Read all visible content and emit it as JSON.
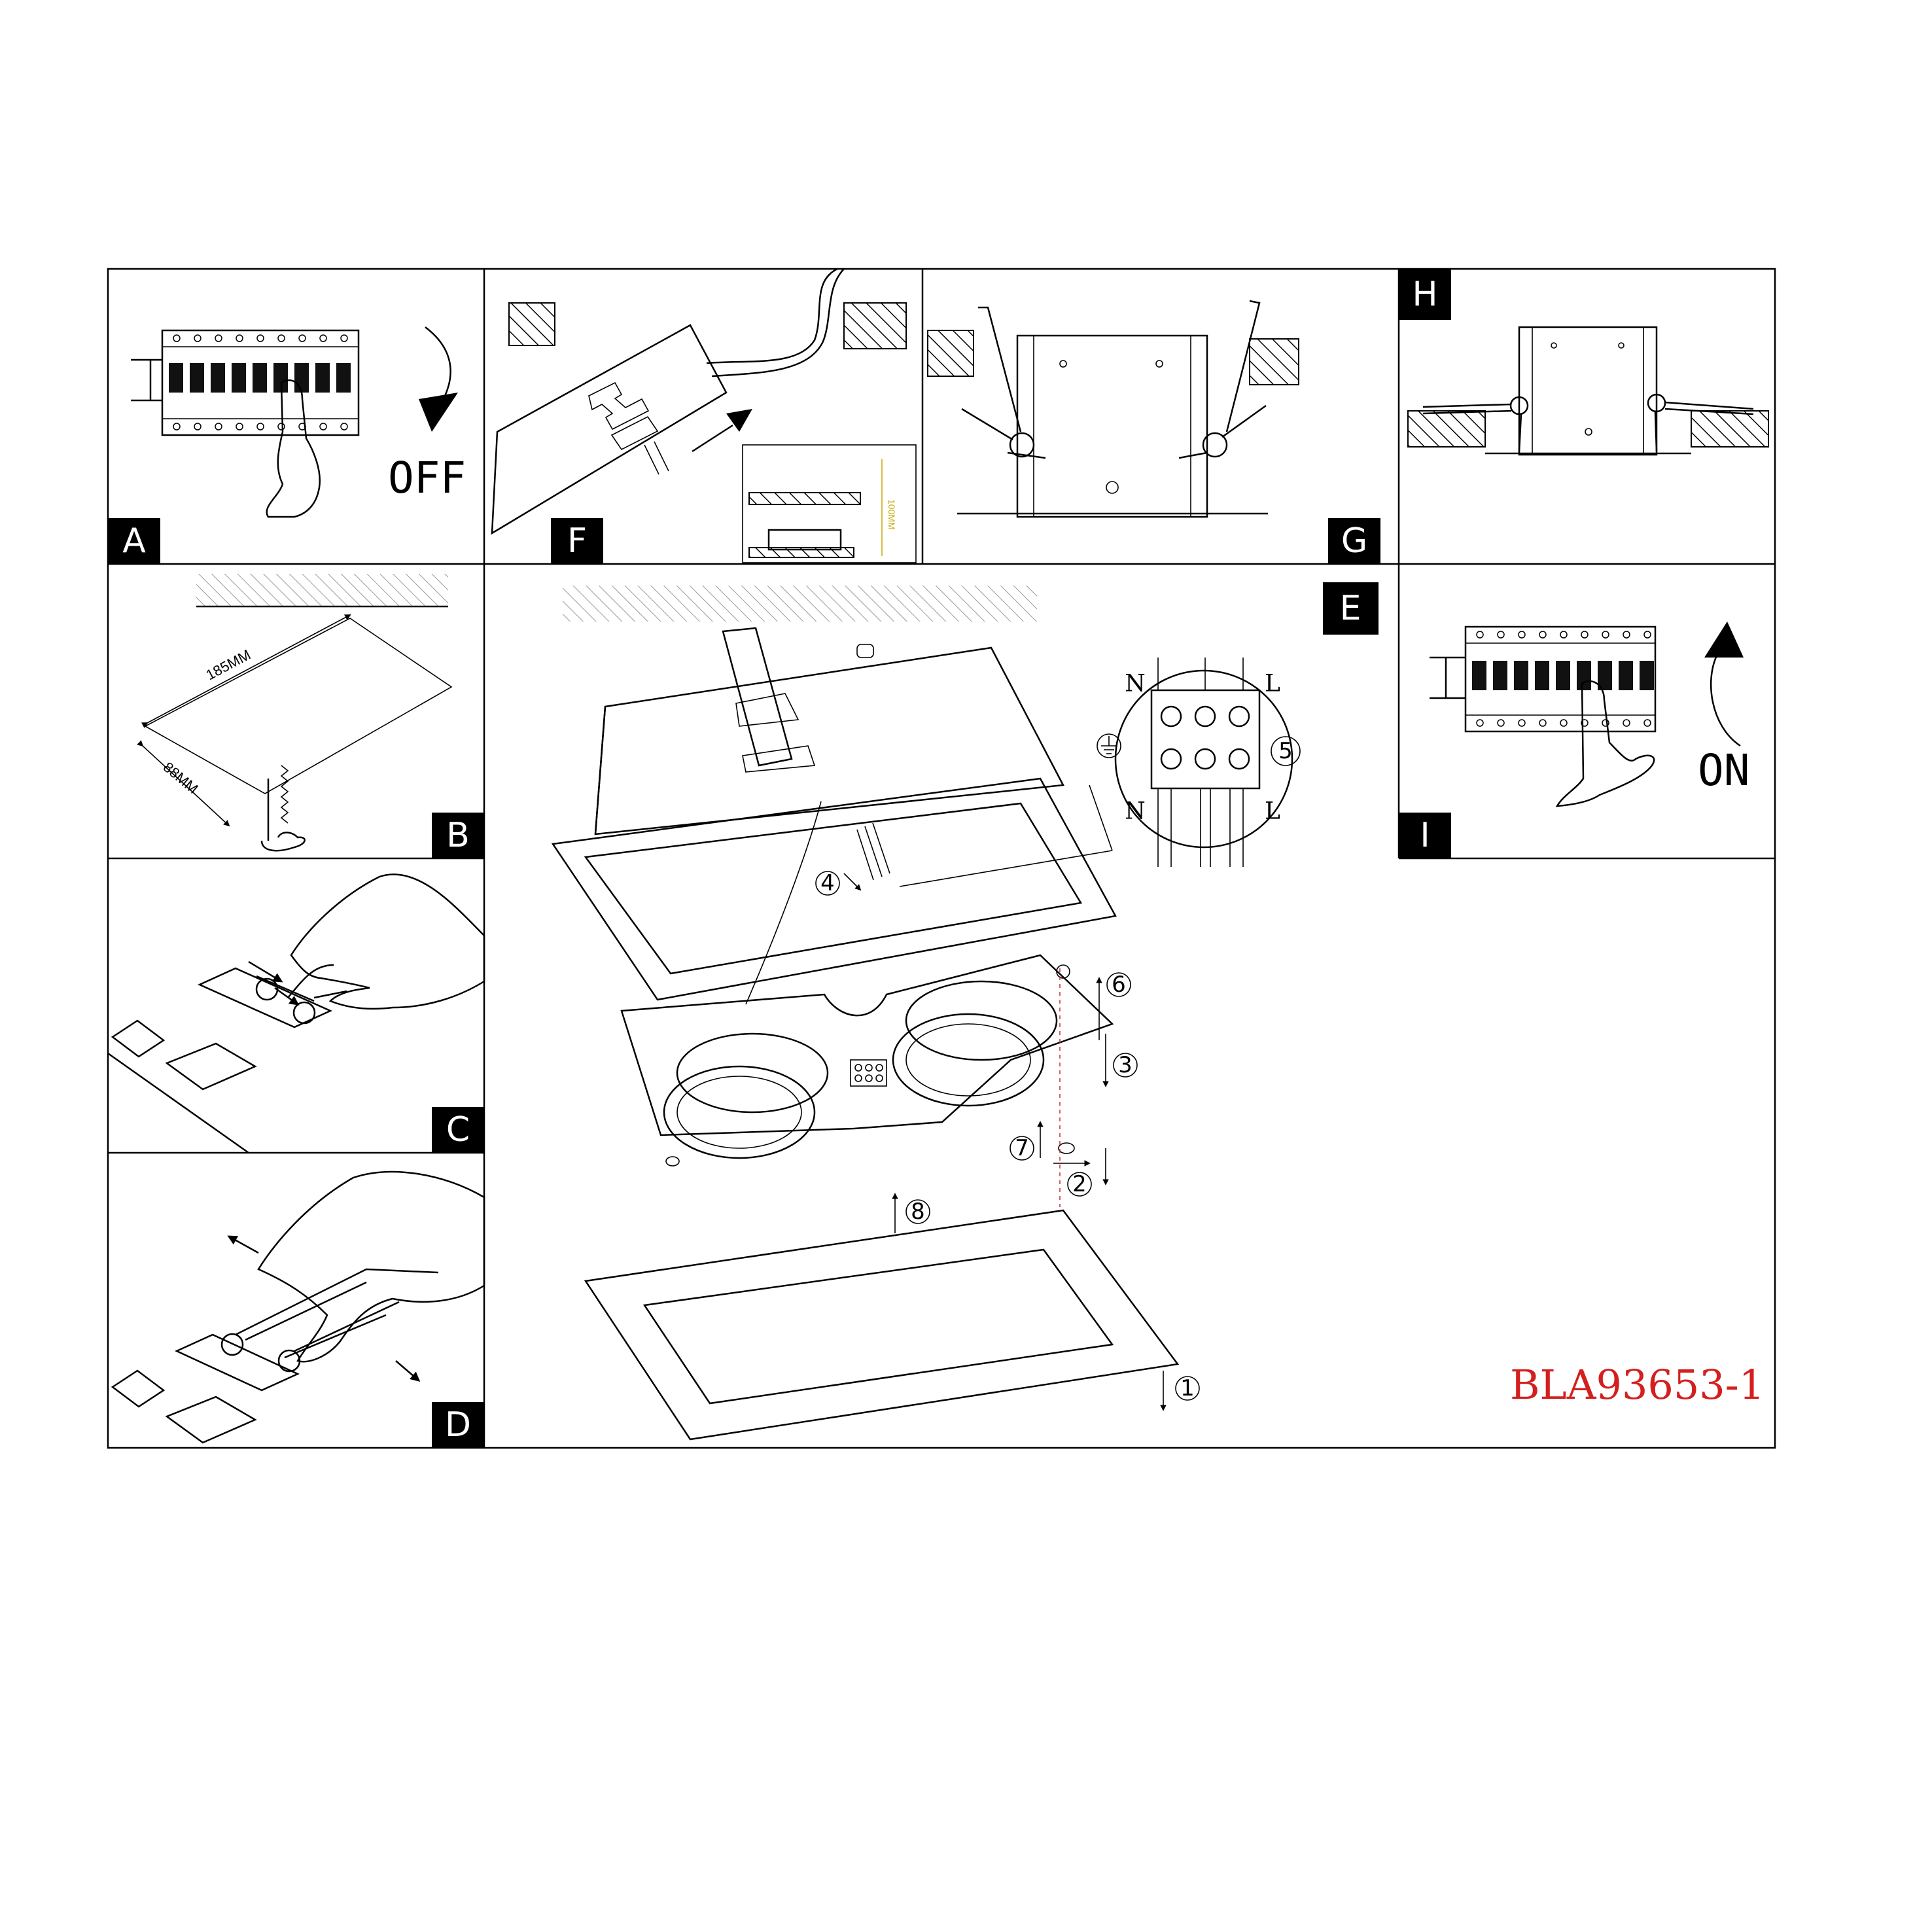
{
  "panels": {
    "A": {
      "label": "A",
      "state_text": "OFF"
    },
    "B": {
      "label": "B",
      "dim_length": "185MM",
      "dim_width": "88MM"
    },
    "C": {
      "label": "C"
    },
    "D": {
      "label": "D"
    },
    "E": {
      "label": "E",
      "steps": [
        "1",
        "2",
        "3",
        "4",
        "5",
        "6",
        "7",
        "8"
      ],
      "terminal_labels": {
        "neutral": "N",
        "live": "L"
      },
      "model": "BLA93653-1"
    },
    "F": {
      "label": "F",
      "clearance": "100MM"
    },
    "G": {
      "label": "G"
    },
    "H": {
      "label": "H"
    },
    "I": {
      "label": "I",
      "state_text": "ON"
    }
  },
  "colors": {
    "model_text": "#d41f1f",
    "clearance_text": "#c8a800",
    "line": "#000000",
    "label_bg": "#000000"
  },
  "icons": [
    "circuit-breaker-icon",
    "hand-icon",
    "rotate-arrow-icon",
    "ground-symbol-icon",
    "ceiling-hatch-icon",
    "spring-clip-icon",
    "screw-icon",
    "saw-icon"
  ]
}
